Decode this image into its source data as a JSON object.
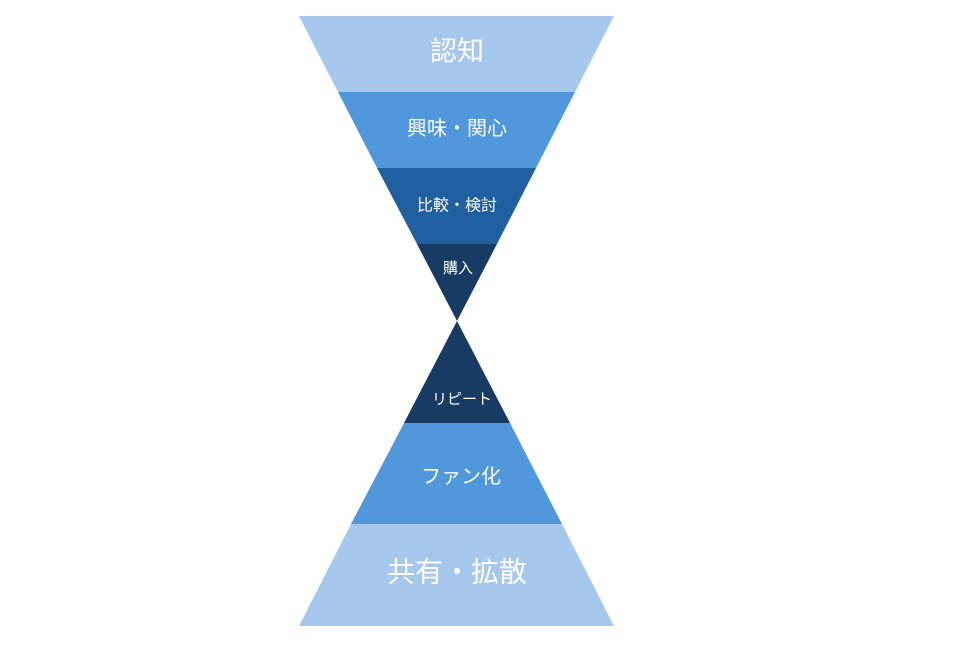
{
  "colors": {
    "light": "#a6c8ec",
    "medium": "#5197dc",
    "dark": "#205fa0",
    "darkest": "#173b62",
    "text": "#ffffff"
  },
  "diagram": {
    "upper_funnel": [
      {
        "id": "awareness",
        "label": "認知",
        "color": "light"
      },
      {
        "id": "interest",
        "label": "興味・関心",
        "color": "medium"
      },
      {
        "id": "comparison",
        "label": "比較・検討",
        "color": "dark"
      },
      {
        "id": "purchase",
        "label": "購入",
        "color": "darkest"
      }
    ],
    "lower_funnel": [
      {
        "id": "repeat",
        "label": "リピート",
        "color": "darkest"
      },
      {
        "id": "fan",
        "label": "ファン化",
        "color": "medium"
      },
      {
        "id": "share",
        "label": "共有・拡散",
        "color": "light"
      }
    ]
  }
}
